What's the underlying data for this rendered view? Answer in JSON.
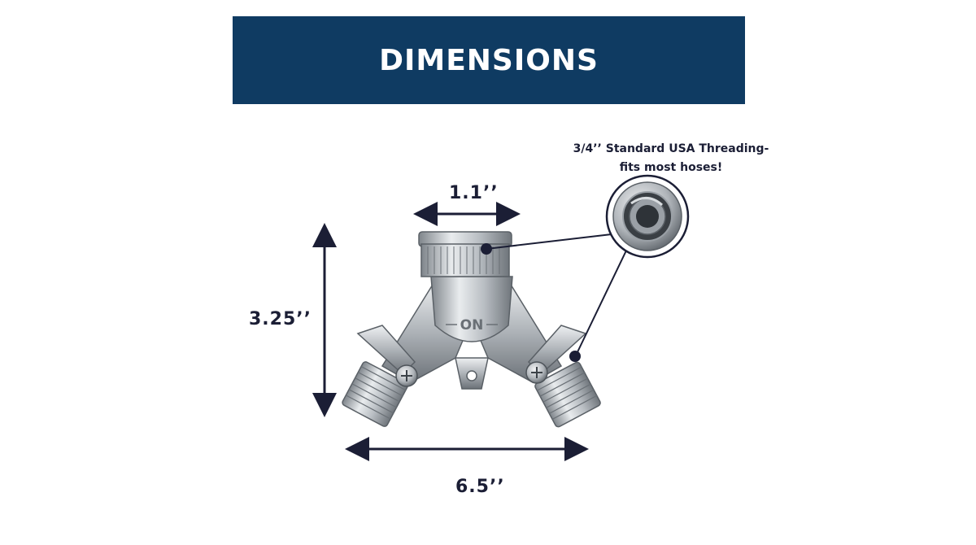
{
  "title": "DIMENSIONS",
  "dimensions": {
    "top_width": "1.1’’",
    "height": "3.25’’",
    "bottom_width": "6.5’’"
  },
  "callout": {
    "line1": "3/4’’ Standard USA Threading-",
    "line2": "fits most hoses!"
  },
  "valve_marking": "ON",
  "colors": {
    "banner": "#0f3b62",
    "dimension_lines": "#1b1e35",
    "metal": "#c4c8cc"
  }
}
